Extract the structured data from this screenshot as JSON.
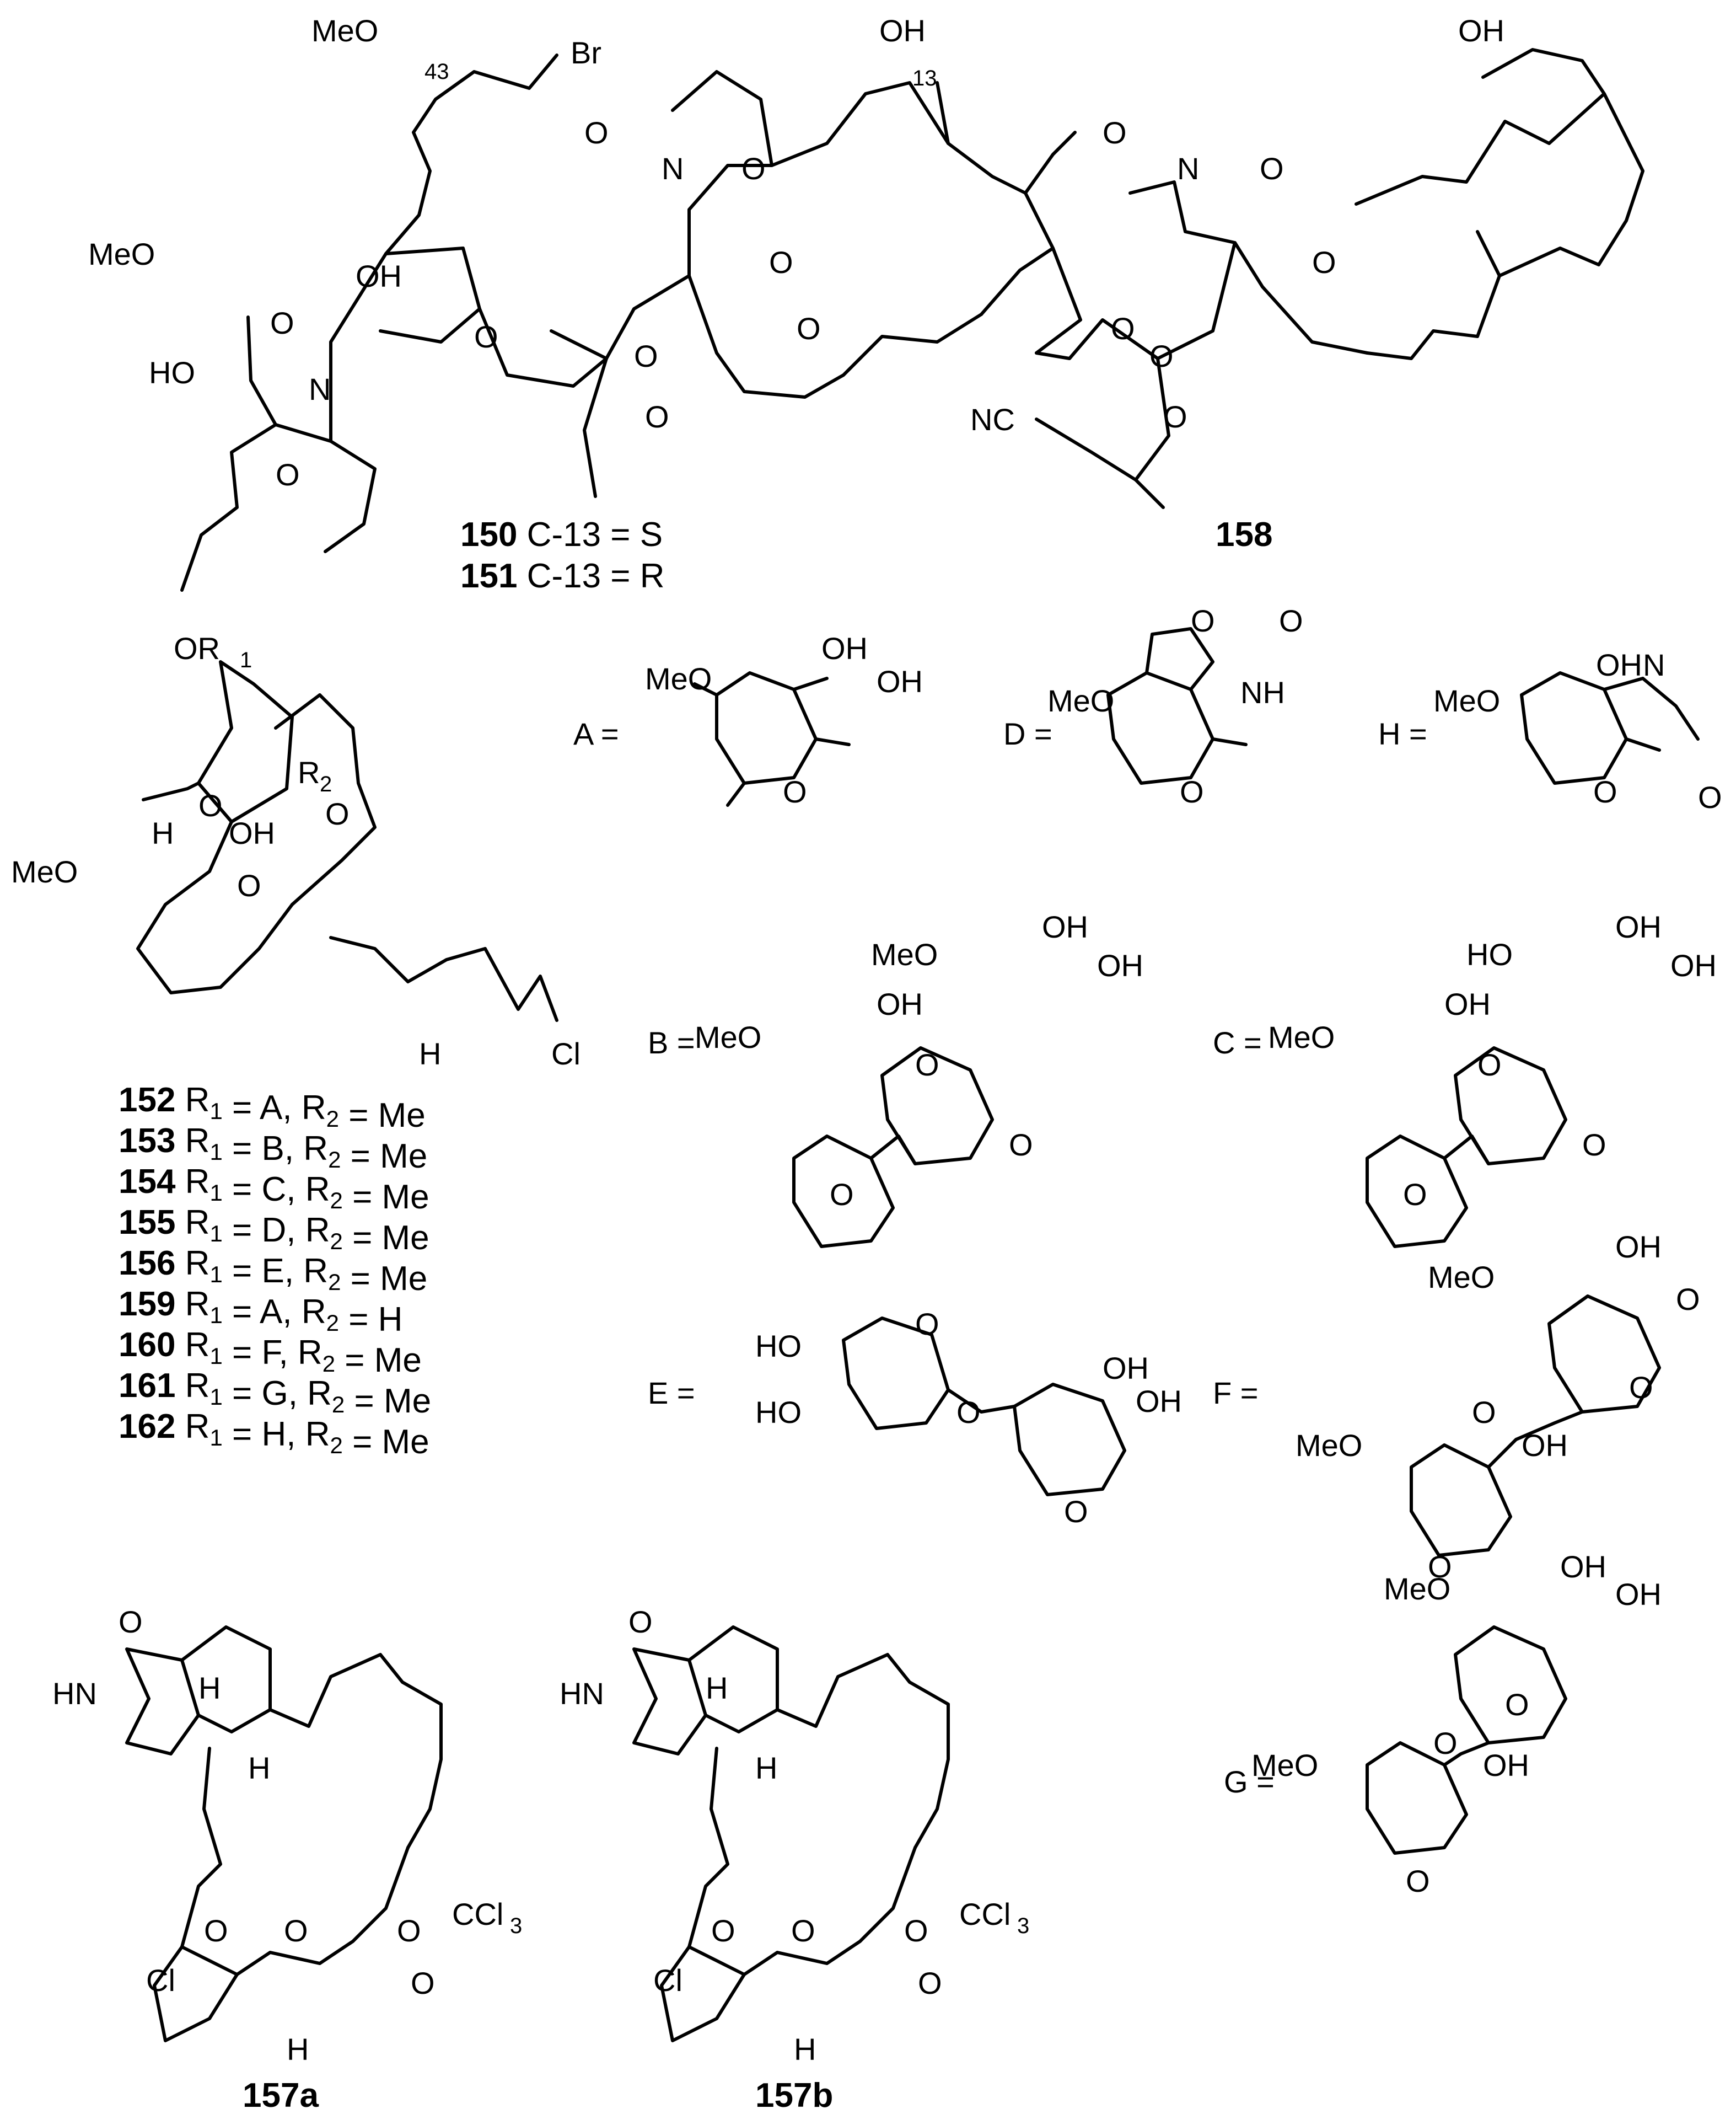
{
  "atoms": {
    "O": "O",
    "N": "N",
    "OH": "OH",
    "HO": "HO",
    "MeO": "MeO",
    "Br": "Br",
    "NC": "NC",
    "H": "H",
    "HN": "HN",
    "NH": "NH",
    "Cl": "Cl",
    "CCl3": "CCl",
    "sub3": "3",
    "OR1": "OR",
    "sub1": "1",
    "R2": "R",
    "sub2": "2",
    "n43": "43",
    "n13": "13"
  },
  "captions": {
    "c150": {
      "num": "150",
      "text": " C-13 = S"
    },
    "c151": {
      "num": "151",
      "text": " C-13 = R"
    },
    "c158": {
      "num": "158"
    },
    "c157a": {
      "num": "157a"
    },
    "c157b": {
      "num": "157b"
    }
  },
  "substituent_labels": {
    "A": "A =",
    "B": "B =",
    "C": "C =",
    "D": "D =",
    "E": "E =",
    "F": "F =",
    "G": "G =",
    "H": "H ="
  },
  "compound_list": [
    {
      "num": "152",
      "r1": "A",
      "r2": "Me"
    },
    {
      "num": "153",
      "r1": "B",
      "r2": "Me"
    },
    {
      "num": "154",
      "r1": "C",
      "r2": "Me"
    },
    {
      "num": "155",
      "r1": "D",
      "r2": "Me"
    },
    {
      "num": "156",
      "r1": "E",
      "r2": "Me"
    },
    {
      "num": "159",
      "r1": "A",
      "r2": "H"
    },
    {
      "num": "160",
      "r1": "F",
      "r2": "Me"
    },
    {
      "num": "161",
      "r1": "G",
      "r2": "Me"
    },
    {
      "num": "162",
      "r1": "H",
      "r2": "Me"
    }
  ]
}
